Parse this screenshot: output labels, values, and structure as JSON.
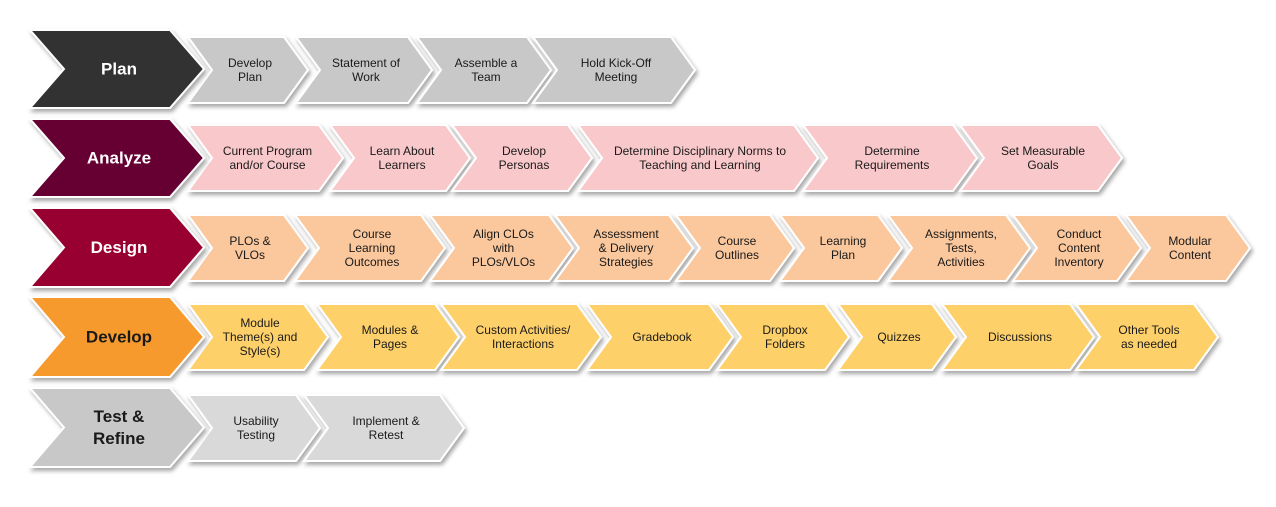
{
  "colors": {
    "plan_head": "#333333",
    "analyze_head": "#660033",
    "design_head": "#990033",
    "develop_head": "#f79a2e",
    "test_head": "#c8c8c8",
    "plan_step": "#c8c8c8",
    "analyze_step": "#f9c8cb",
    "design_step": "#fbc79c",
    "develop_step": "#fdd06b",
    "test_step": "#d9d9d9"
  },
  "rows": [
    {
      "label": [
        "Plan"
      ],
      "label_color": "#ffffff",
      "steps": [
        [
          "Develop",
          "Plan"
        ],
        [
          "Statement of",
          "Work"
        ],
        [
          "Assemble a",
          "Team"
        ],
        [
          "Hold Kick-Off",
          "Meeting"
        ]
      ]
    },
    {
      "label": [
        "Analyze"
      ],
      "label_color": "#ffffff",
      "steps": [
        [
          "Current Program",
          "and/or Course"
        ],
        [
          "Learn About",
          "Learners"
        ],
        [
          "Develop",
          "Personas"
        ],
        [
          "Determine Disciplinary Norms to",
          "Teaching and Learning"
        ],
        [
          "Determine",
          "Requirements"
        ],
        [
          "Set Measurable",
          "Goals"
        ]
      ]
    },
    {
      "label": [
        "Design"
      ],
      "label_color": "#ffffff",
      "steps": [
        [
          "PLOs &",
          "VLOs"
        ],
        [
          "Course",
          "Learning",
          "Outcomes"
        ],
        [
          "Align CLOs",
          "with",
          "PLOs/VLOs"
        ],
        [
          "Assessment",
          "& Delivery",
          "Strategies"
        ],
        [
          "Course",
          "Outlines"
        ],
        [
          "Learning",
          "Plan"
        ],
        [
          "Assignments,",
          "Tests,",
          "Activities"
        ],
        [
          "Conduct",
          "Content",
          "Inventory"
        ],
        [
          "Modular",
          "Content"
        ]
      ]
    },
    {
      "label": [
        "Develop"
      ],
      "label_color": "#1a1a1a",
      "steps": [
        [
          "Module",
          "Theme(s) and",
          "Style(s)"
        ],
        [
          "Modules &",
          "Pages"
        ],
        [
          "Custom Activities/",
          "Interactions"
        ],
        [
          "Gradebook"
        ],
        [
          "Dropbox",
          "Folders"
        ],
        [
          "Quizzes"
        ],
        [
          "Discussions"
        ],
        [
          "Other Tools",
          "as needed"
        ]
      ]
    },
    {
      "label": [
        "Test &",
        "Refine"
      ],
      "label_color": "#1a1a1a",
      "steps": [
        [
          "Usability",
          "Testing"
        ],
        [
          "Implement &",
          "Retest"
        ]
      ]
    }
  ]
}
